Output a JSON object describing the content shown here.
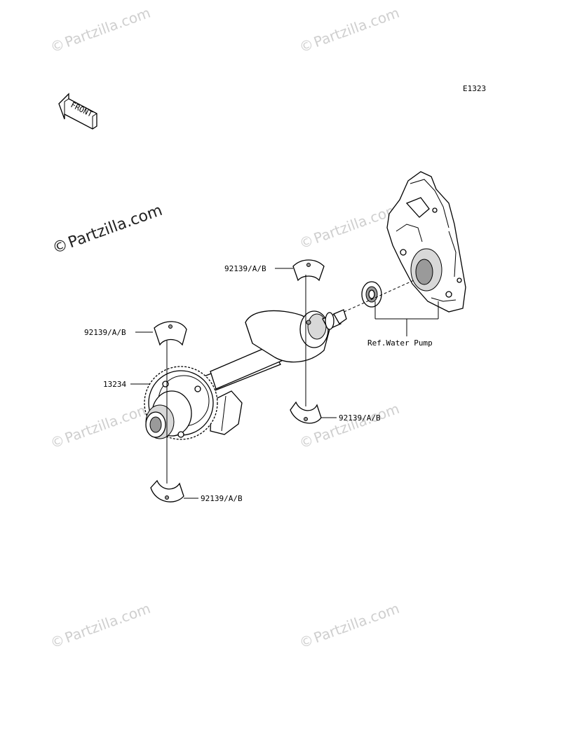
{
  "diagram_code": "E1323",
  "front_label": "FRONT",
  "callouts": {
    "bearing_upper_right": "92139/A/B",
    "bearing_upper_left": "92139/A/B",
    "gear": "13234",
    "bearing_lower_right": "92139/A/B",
    "bearing_lower_left": "92139/A/B",
    "water_pump_ref": "Ref.Water Pump"
  },
  "watermark": {
    "text": "Partzilla.com",
    "symbol": "©"
  }
}
